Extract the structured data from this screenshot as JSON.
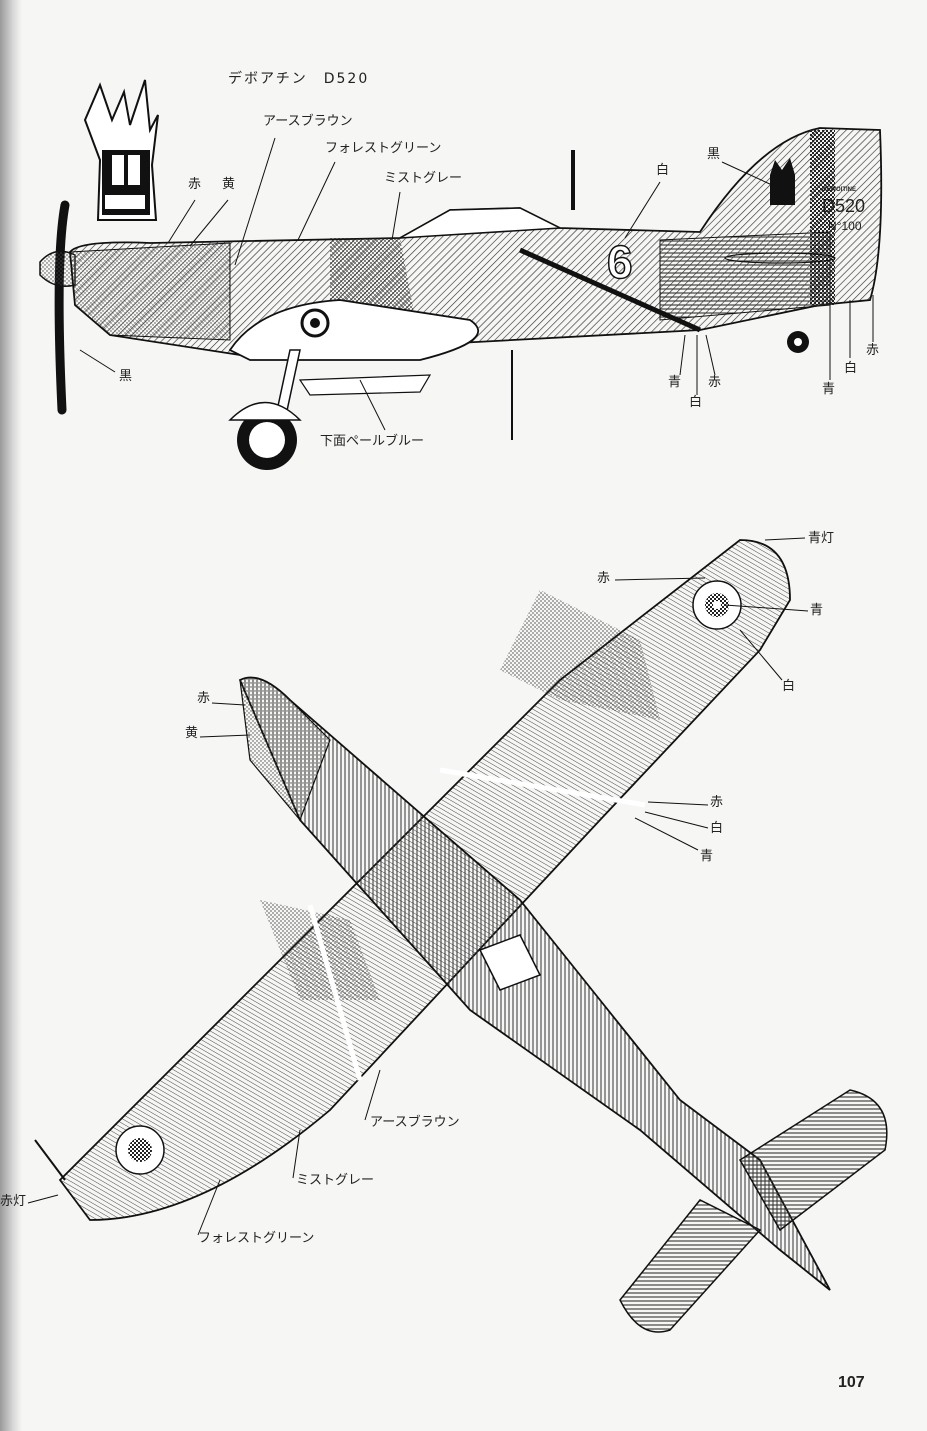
{
  "page": {
    "title": "デボアチン　D520",
    "page_number": "107"
  },
  "side_view": {
    "tail_markings": {
      "maker": "DEWOITINE",
      "type": "D520",
      "serial": "N°100"
    },
    "fuselage_number": "6",
    "labels": {
      "earth_brown": "アースブラウン",
      "forest_green": "フォレストグリーン",
      "mist_grey": "ミストグレー",
      "red_nose": "赤",
      "yellow_nose": "黄",
      "white_six": "白",
      "black_emblem": "黒",
      "blue_stripe": "青",
      "red_stripe": "赤",
      "white_stripe": "白",
      "blue_rudder": "青",
      "white_rudder": "白",
      "red_rudder": "赤",
      "black_prop": "黒",
      "underside": "下面ペールブルー"
    }
  },
  "top_view": {
    "labels": {
      "blue_light": "青灯",
      "red_ring": "赤",
      "blue_center": "青",
      "white_ring": "白",
      "red_cowl": "赤",
      "yellow_cowl": "黄",
      "red_band": "赤",
      "white_band": "白",
      "blue_band": "青",
      "earth_brown": "アースブラウン",
      "mist_grey": "ミストグレー",
      "red_light": "赤灯",
      "forest_green": "フォレストグリーン"
    }
  }
}
